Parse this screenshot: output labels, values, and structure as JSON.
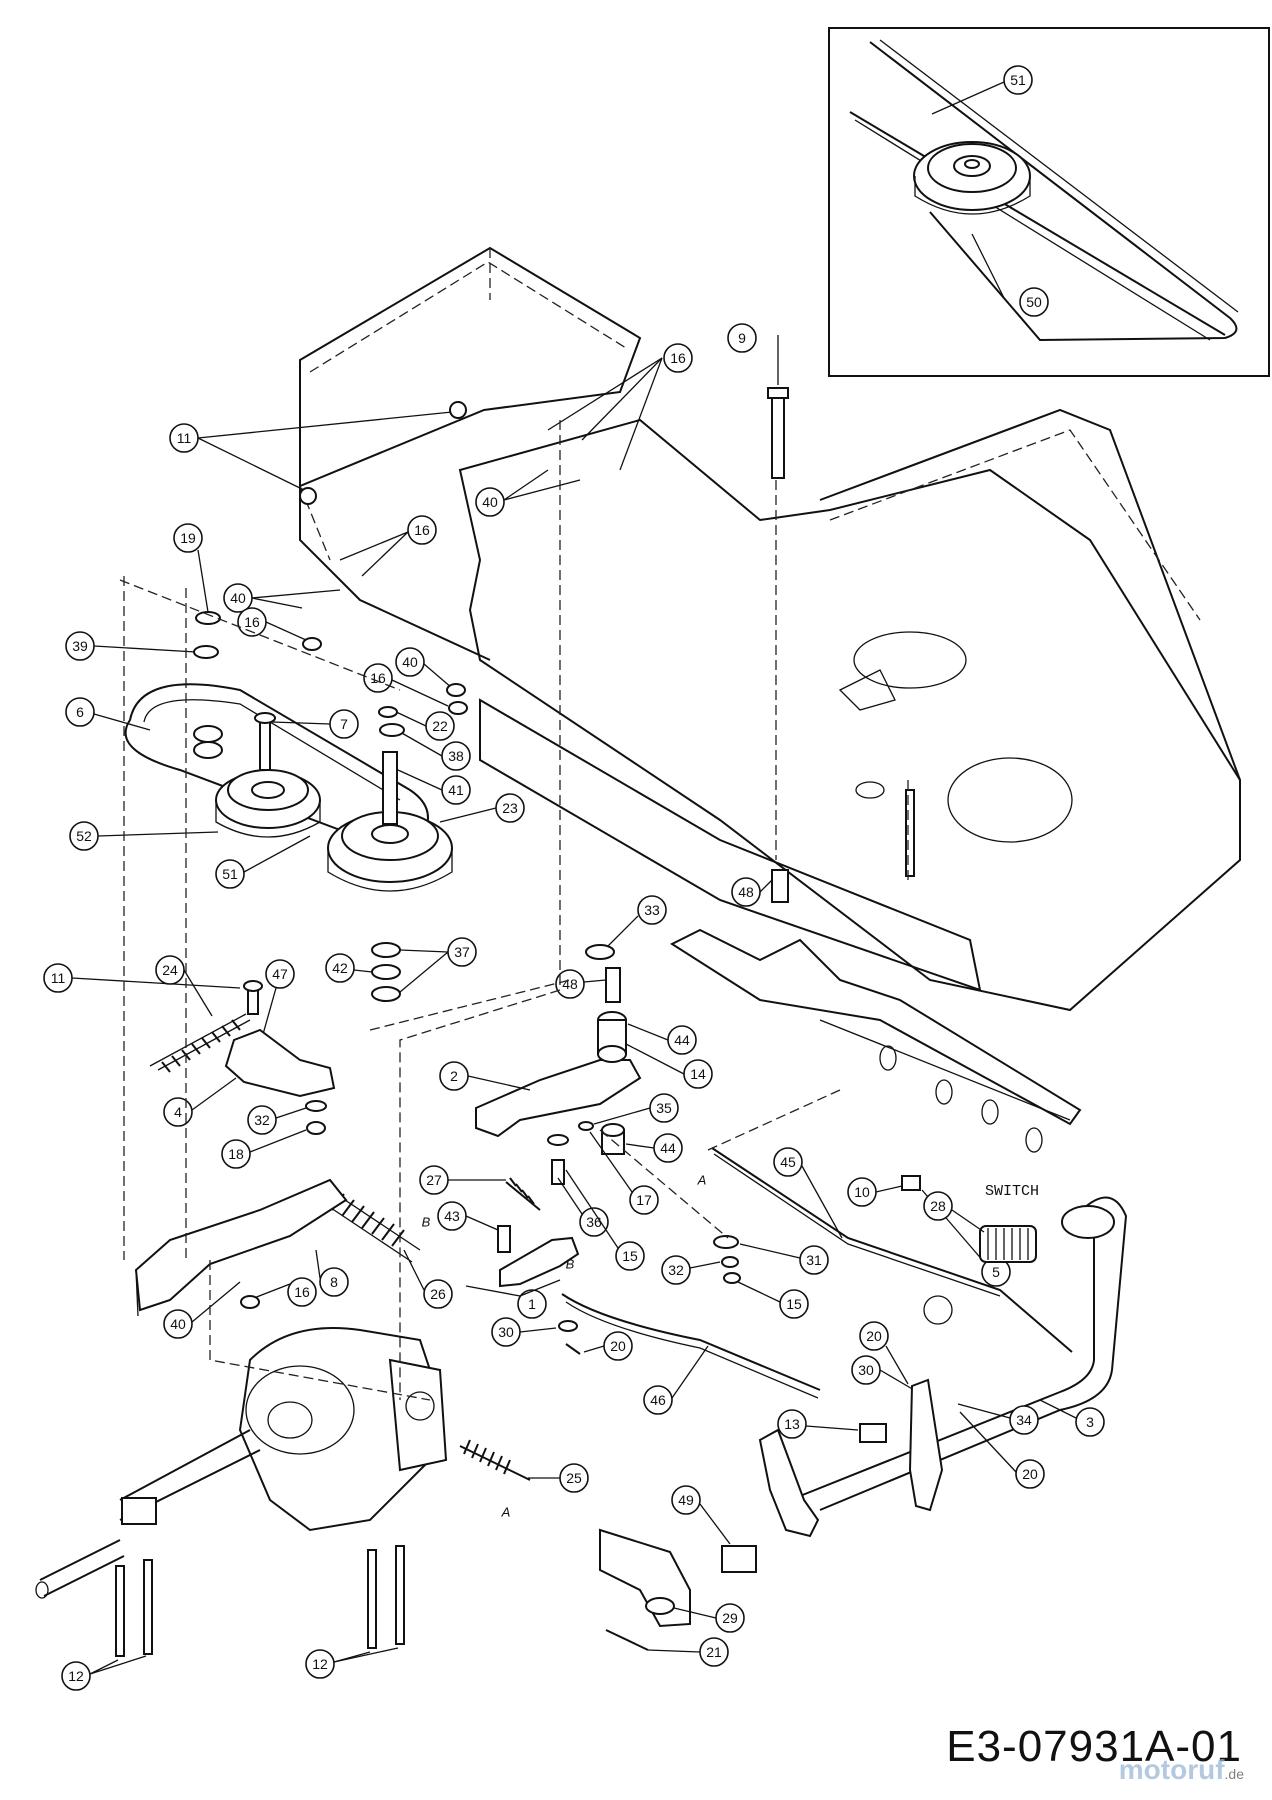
{
  "switch_label": "SWITCH",
  "drawing_code": "E3-07931A-01",
  "watermark": {
    "name": "motoruf",
    "domain": ".de"
  },
  "section_markers": [
    "A",
    "B"
  ],
  "callouts": {
    "c51_inset": "51",
    "c50_inset": "50",
    "c9": "9",
    "c16_top": "16",
    "c11_top": "11",
    "c40_mid": "40",
    "c19": "19",
    "c16_a": "16",
    "c40_a": "40",
    "c16_b": "16",
    "c39": "39",
    "c16_c": "16",
    "c40_b": "40",
    "c6": "6",
    "c7": "7",
    "c22": "22",
    "c38": "38",
    "c41": "41",
    "c52": "52",
    "c23": "23",
    "c51": "51",
    "c11_low": "11",
    "c47": "47",
    "c42": "42",
    "c37": "37",
    "c24": "24",
    "c33": "33",
    "c48_a": "48",
    "c48_b": "48",
    "c10": "10",
    "c5": "5",
    "c44_a": "44",
    "c14": "14",
    "c2": "2",
    "c35": "35",
    "c44_b": "44",
    "c4": "4",
    "c32_a": "32",
    "c18": "18",
    "c17": "17",
    "c27": "27",
    "c45": "45",
    "c28": "28",
    "c43": "43",
    "c36": "36",
    "c26": "26",
    "c8": "8",
    "c16_d": "16",
    "c15_a": "15",
    "c1": "1",
    "c31": "31",
    "c32_b": "32",
    "c15_b": "15",
    "c40_c": "40",
    "c30_a": "30",
    "c20_a": "20",
    "c20_b": "20",
    "c30_b": "30",
    "c46": "46",
    "c13": "13",
    "c34": "34",
    "c3": "3",
    "c20_c": "20",
    "c25": "25",
    "c49": "49",
    "c12_a": "12",
    "c12_b": "12",
    "c29": "29",
    "c21": "21"
  }
}
